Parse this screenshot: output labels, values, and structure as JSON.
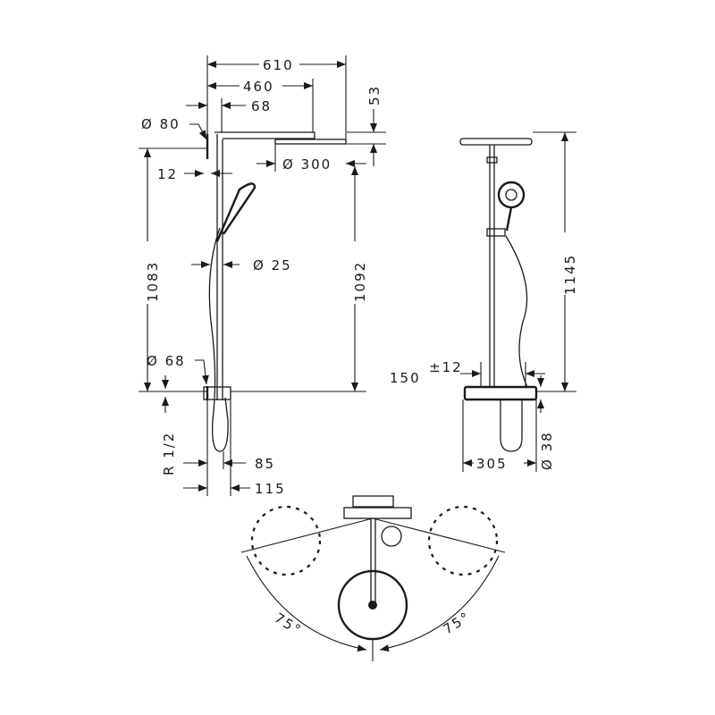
{
  "side_view": {
    "width_610": "610",
    "width_460": "460",
    "offset_68": "68",
    "height_53": "53",
    "dia_80": "Ø 80",
    "dia_300": "Ø 300",
    "gap_12": "12",
    "height_1083": "1083",
    "height_1092": "1092",
    "dia_25": "Ø 25",
    "dia_68": "Ø 68",
    "thread_r12": "R 1/2",
    "depth_85": "85",
    "depth_115": "115"
  },
  "front_view": {
    "height_1145": "1145",
    "centers_150": "150",
    "tolerance": "±12",
    "width_305": "305",
    "dia_38": "Ø 38"
  },
  "plan_view": {
    "angle_left": "75°",
    "angle_right": "75°"
  }
}
